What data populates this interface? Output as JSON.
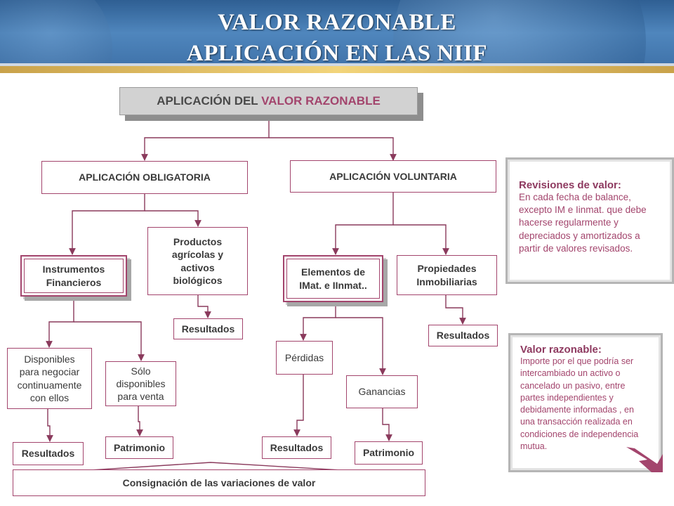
{
  "header": {
    "title_line1": "VALOR RAZONABLE",
    "title_line2": "APLICACIÓN EN LAS NIIF"
  },
  "diagram": {
    "top": {
      "prefix": "APLICACIÓN DEL ",
      "accent": "VALOR RAZONABLE"
    },
    "obligatoria": "APLICACIÓN OBLIGATORIA",
    "voluntaria": "APLICACIÓN VOLUNTARIA",
    "instrumentos": "Instrumentos\nFinancieros",
    "productos": "Productos\nagrícolas y\nactivos\nbiológicos",
    "elementos": "Elementos de\nIMat. e IInmat..",
    "propiedades": "Propiedades\nInmobiliarias",
    "disponibles_negociar": "Disponibles\npara negociar\ncontinuamente\ncon ellos",
    "solo_disponibles": "Sólo\ndisponibles\npara venta",
    "perdidas": "Pérdidas",
    "ganancias": "Ganancias",
    "resultados_productos": "Resultados",
    "resultados_propiedades": "Resultados",
    "resultados_disponibles": "Resultados",
    "patrimonio_solo": "Patrimonio",
    "resultados_perdidas": "Resultados",
    "patrimonio_ganancias": "Patrimonio",
    "consignacion": "Consignación de las variaciones de valor"
  },
  "notes": {
    "revisiones_title": "Revisiones de valor:",
    "revisiones_body": "En cada fecha de balance,\nexcepto IM e Iinmat. que debe\nhacerse regularmente y\ndepreciados y  amortizados a\npartir de valores revisados.",
    "valor_title": "Valor razonable:",
    "valor_body": "Importe por el que podría ser\nintercambiado un activo o\ncancelado un pasivo, entre\npartes independientes y\ndebidamente informadas , en\nuna transacción realizada en\ncondiciones de independencia\nmutua."
  },
  "colors": {
    "accent": "#a3456d",
    "connector": "#8a3a5c",
    "header_blue": "#3d6fa6",
    "gold": "#e6c565"
  }
}
